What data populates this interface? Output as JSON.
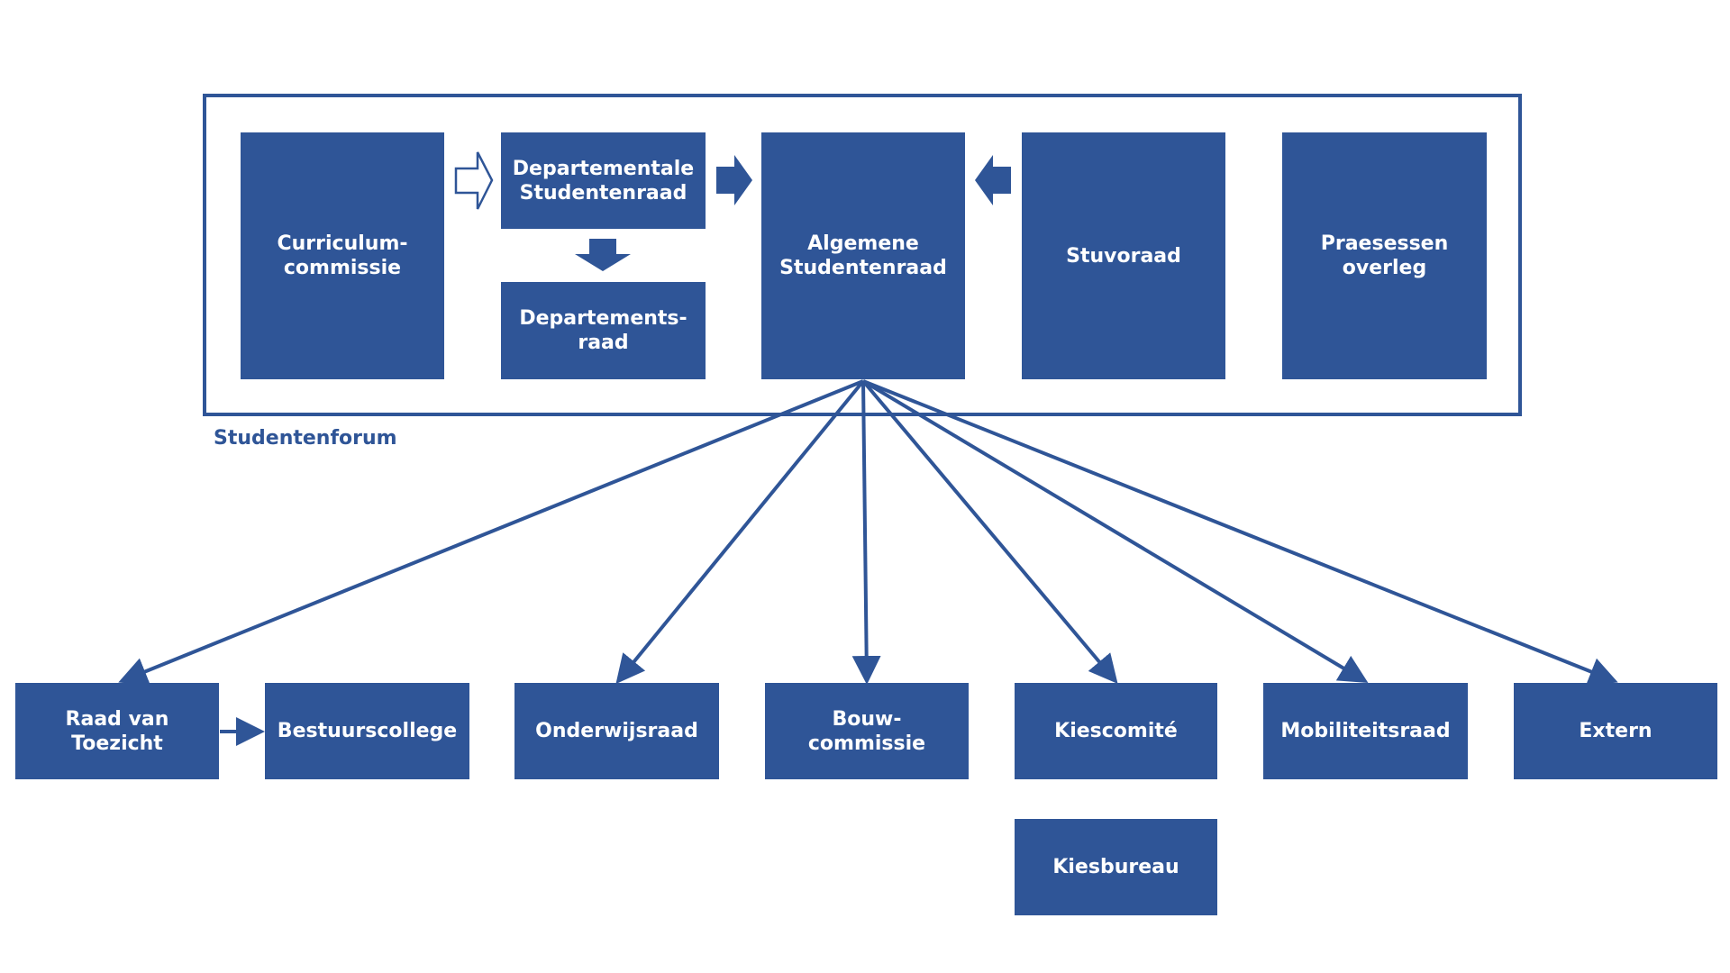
{
  "colors": {
    "primary": "#2f5597",
    "text_on_primary": "#ffffff",
    "background": "#ffffff"
  },
  "forum": {
    "label": "Studentenforum"
  },
  "nodes": {
    "curriculumcommissie": "Curriculum-\ncommissie",
    "departementale_studentenraad": "Departementale\nStudentenraad",
    "departementsraad": "Departements-\nraad",
    "algemene_studentenraad": "Algemene\nStudentenraad",
    "stuvoraad": "Stuvoraad",
    "praesessen_overleg": "Praesessen\noverleg",
    "raad_van_toezicht": "Raad van\nToezicht",
    "bestuurscollege": "Bestuurscollege",
    "onderwijsraad": "Onderwijsraad",
    "bouwcommissie": "Bouw-\ncommissie",
    "kiescomite": "Kiescomité",
    "mobiliteitsraad": "Mobiliteitsraad",
    "extern": "Extern",
    "kiesbureau": "Kiesbureau"
  },
  "edges": [
    {
      "from": "curriculumcommissie",
      "to": "departementale_studentenraad",
      "style": "hollow-block-arrow"
    },
    {
      "from": "departementale_studentenraad",
      "to": "algemene_studentenraad",
      "style": "block-arrow"
    },
    {
      "from": "stuvoraad",
      "to": "algemene_studentenraad",
      "style": "block-arrow"
    },
    {
      "from": "departementale_studentenraad",
      "to": "departementsraad",
      "style": "block-arrow"
    },
    {
      "from": "algemene_studentenraad",
      "to": "raad_van_toezicht",
      "style": "line-arrow"
    },
    {
      "from": "algemene_studentenraad",
      "to": "onderwijsraad",
      "style": "line-arrow"
    },
    {
      "from": "algemene_studentenraad",
      "to": "bouwcommissie",
      "style": "line-arrow"
    },
    {
      "from": "algemene_studentenraad",
      "to": "kiescomite",
      "style": "line-arrow"
    },
    {
      "from": "algemene_studentenraad",
      "to": "mobiliteitsraad",
      "style": "line-arrow"
    },
    {
      "from": "algemene_studentenraad",
      "to": "extern",
      "style": "line-arrow"
    },
    {
      "from": "raad_van_toezicht",
      "to": "bestuurscollege",
      "style": "line-arrow"
    }
  ]
}
